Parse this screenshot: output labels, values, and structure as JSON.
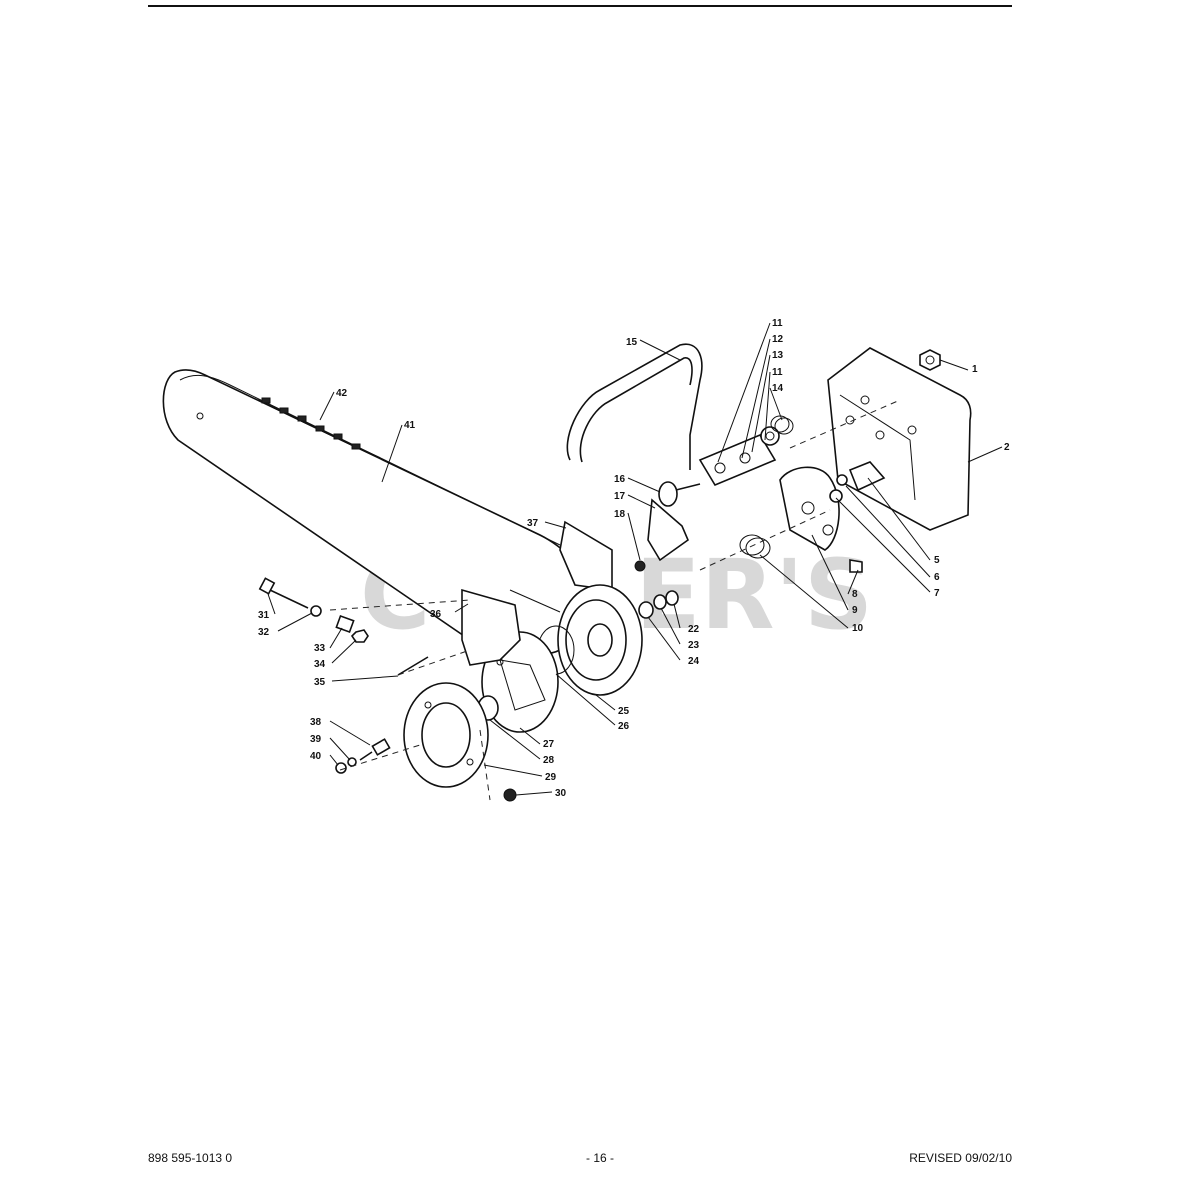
{
  "watermark": "CUTLER'S",
  "footer": {
    "part_number": "898 595-1013 0",
    "page": "- 16 -",
    "revised": "REVISED 09/02/10"
  },
  "callouts": [
    "1",
    "2",
    "5",
    "6",
    "7",
    "8",
    "9",
    "10",
    "11",
    "12",
    "13",
    "11",
    "14",
    "15",
    "16",
    "17",
    "18",
    "22",
    "23",
    "24",
    "25",
    "26",
    "27",
    "28",
    "29",
    "30",
    "31",
    "32",
    "33",
    "34",
    "35",
    "36",
    "37",
    "38",
    "39",
    "40",
    "41",
    "42"
  ]
}
